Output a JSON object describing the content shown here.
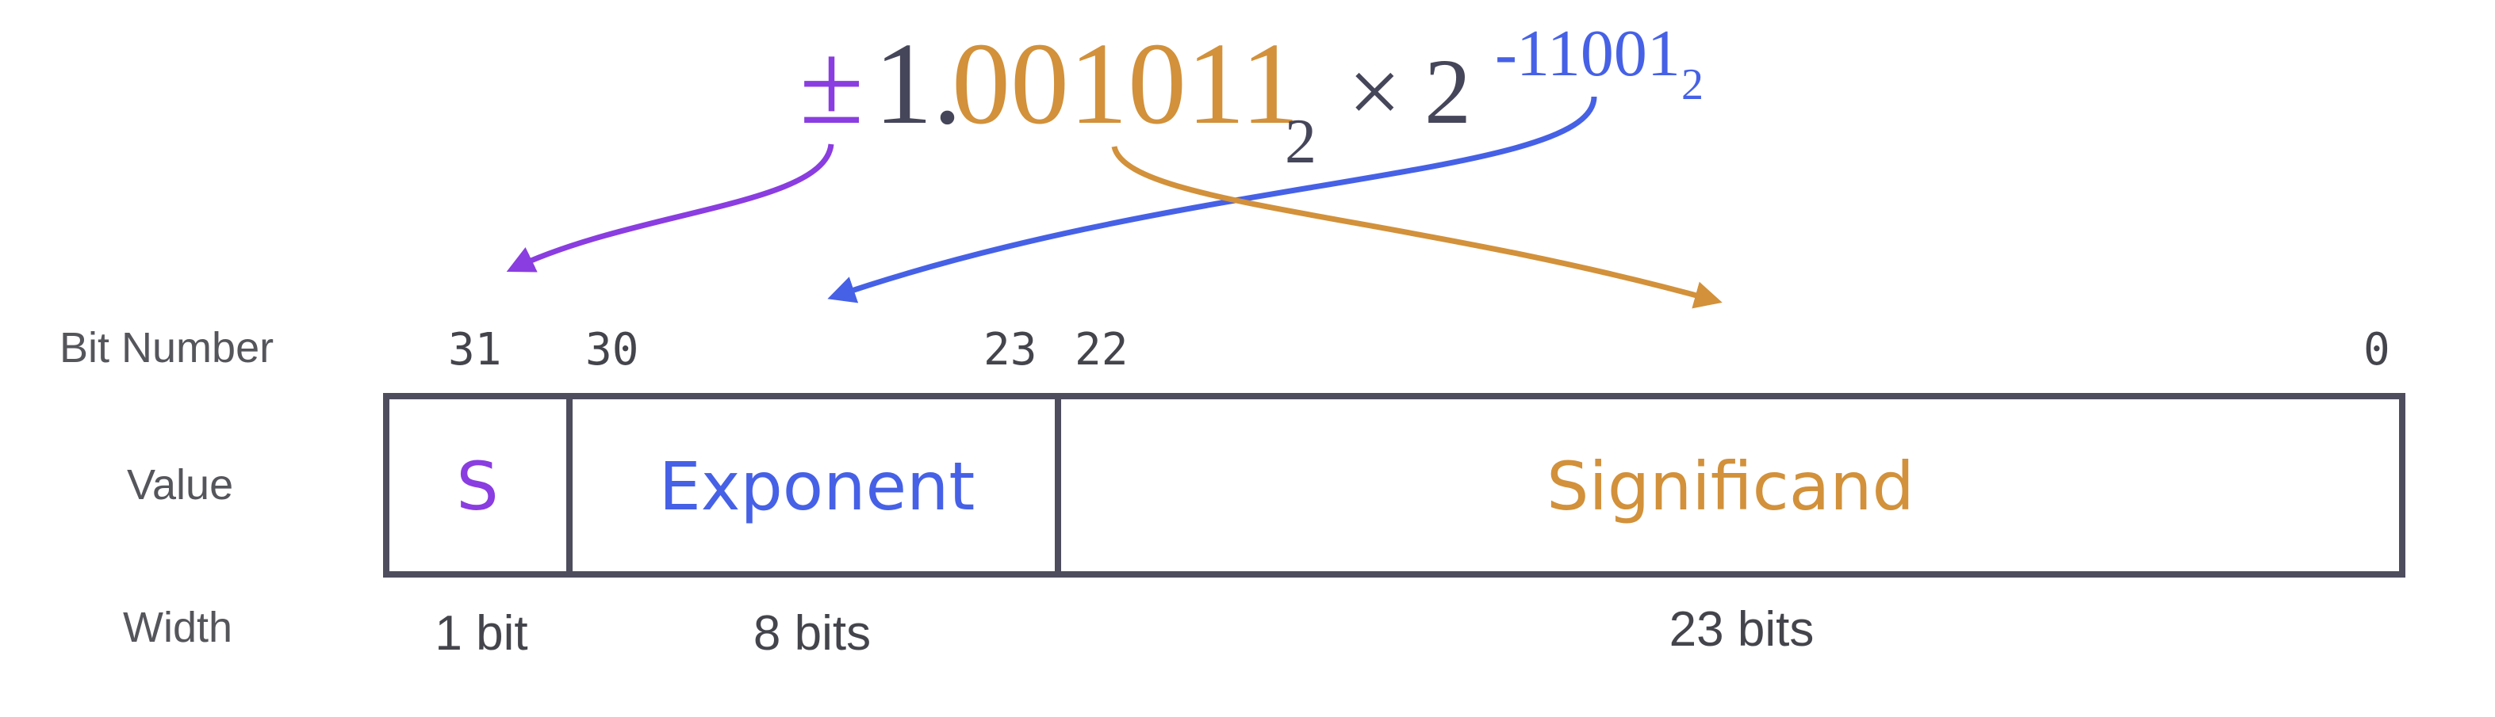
{
  "colors": {
    "sign": "#8a3de0",
    "exponent": "#4661e6",
    "significand": "#d2913a",
    "ink": "#46465a",
    "box": "#4d4d5e"
  },
  "formula": {
    "sign": "±",
    "leading": "1.",
    "fraction": "001011",
    "fraction_base": "2",
    "times": "× 2",
    "exp_sign": "-",
    "exp_digits": "11001",
    "exp_base": "2"
  },
  "row_labels": {
    "bit_number": "Bit Number",
    "value": "Value",
    "width": "Width"
  },
  "bit_numbers": [
    "31",
    "30",
    "23",
    "22",
    "0"
  ],
  "fields": {
    "sign": "S",
    "exponent": "Exponent",
    "significand": "Significand"
  },
  "widths": {
    "sign": "1 bit",
    "exponent": "8 bits",
    "significand": "23 bits"
  }
}
